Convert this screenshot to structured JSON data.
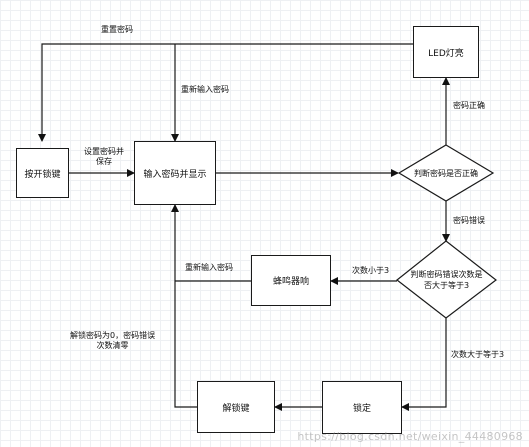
{
  "diagram": {
    "nodes": {
      "led": "LED灯亮",
      "unlock_key": "按开锁键",
      "input_display": "输入密码并显示",
      "check_password": "判断密码是否正确",
      "buzzer": "蜂鸣器响",
      "check_errors_line1": "判断密码错误次数是",
      "check_errors_line2": "否大于等于3",
      "lock": "锁定",
      "unlock": "解锁键"
    },
    "edge_labels": {
      "reset_password": "重置密码",
      "reenter_top": "重新输入密码",
      "set_save_line1": "设置密码并",
      "set_save_line2": "保存",
      "correct": "密码正确",
      "wrong": "密码错误",
      "less_than_3": "次数小于3",
      "reenter_mid": "重新输入密码",
      "ge_3": "次数大于等于3",
      "unlock_note_line1": "解锁密码为0，密码错误",
      "unlock_note_line2": "次数清零"
    },
    "watermark": "https://blog.csdn.net/weixin_44480968"
  }
}
